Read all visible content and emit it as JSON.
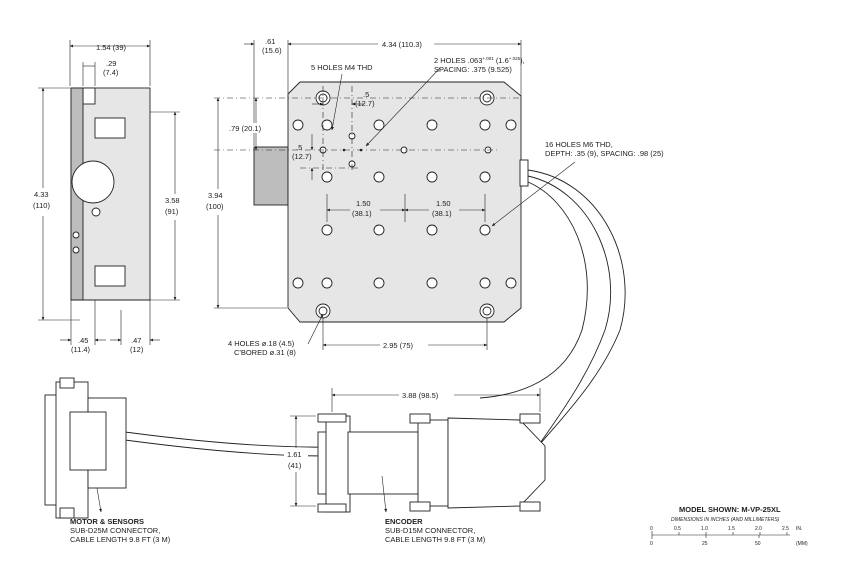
{
  "dimensions": {
    "side_width": "1.54 (39)",
    "side_step": ".29",
    "side_step_mm": "(7.4)",
    "side_height": "4.33",
    "side_height_mm": "(110)",
    "side_inner_height": "3.58",
    "side_inner_height_mm": "(91)",
    "side_bottom_left": ".45",
    "side_bottom_left_mm": "(11.4)",
    "side_bottom_right": ".47",
    "side_bottom_right_mm": "(12)",
    "top_offset": ".61",
    "top_offset_mm": "(15.6)",
    "top_width": "4.34 (110.3)",
    "plate_height": "3.94",
    "plate_height_mm": "(100)",
    "offset_079": ".79 (20.1)",
    "half_a": ".5",
    "half_a_mm": "(12.7)",
    "half_b": ".5",
    "half_b_mm": "(12.7)",
    "spacing_150_a": "1.50",
    "spacing_150_a_mm": "(38.1)",
    "spacing_150_b": "1.50",
    "spacing_150_b_mm": "(38.1)",
    "bottom_holes": "2.95 (75)",
    "connector_width": "3.88 (98.5)",
    "connector_height": "1.61",
    "connector_height_mm": "(41)"
  },
  "callouts": {
    "m4_holes": "5 HOLES M4 THD",
    "two_holes_line1": "2 HOLES .063",
    "two_holes_tol_a": "+.001",
    "two_holes_tol_b": "0",
    "two_holes_mid": " (1.6",
    "two_holes_tol_c": "+.025",
    "two_holes_tol_d": "0",
    "two_holes_end": "),",
    "two_holes_line2": "SPACING: .375 (9.525)",
    "m6_line1": "16 HOLES M6 THD,",
    "m6_line2": "DEPTH: .35 (9), SPACING: .98 (25)",
    "cbore_line1": "4 HOLES ø.18 (4.5)",
    "cbore_line2": "C'BORED ø.31 (8)"
  },
  "connectors": {
    "motor_title": "MOTOR & SENSORS",
    "motor_line1": "SUB-D25M CONNECTOR,",
    "motor_line2": "CABLE LENGTH 9.8 FT (3 M)",
    "encoder_title": "ENCODER",
    "encoder_line1": "SUB-D15M CONNECTOR,",
    "encoder_line2": "CABLE LENGTH 9.8 FT (3 M)"
  },
  "model": {
    "title": "MODEL SHOWN: M-VP-25XL",
    "subtitle": "DIMENSIONS IN INCHES (AND MILLIMETERS)",
    "inch_ticks": [
      "0",
      "0.5",
      "1.0",
      "1.5",
      "2.0",
      "2.5"
    ],
    "inch_unit": "IN.",
    "mm_ticks": [
      "0",
      "25",
      "50"
    ],
    "mm_unit": "(MM)"
  }
}
